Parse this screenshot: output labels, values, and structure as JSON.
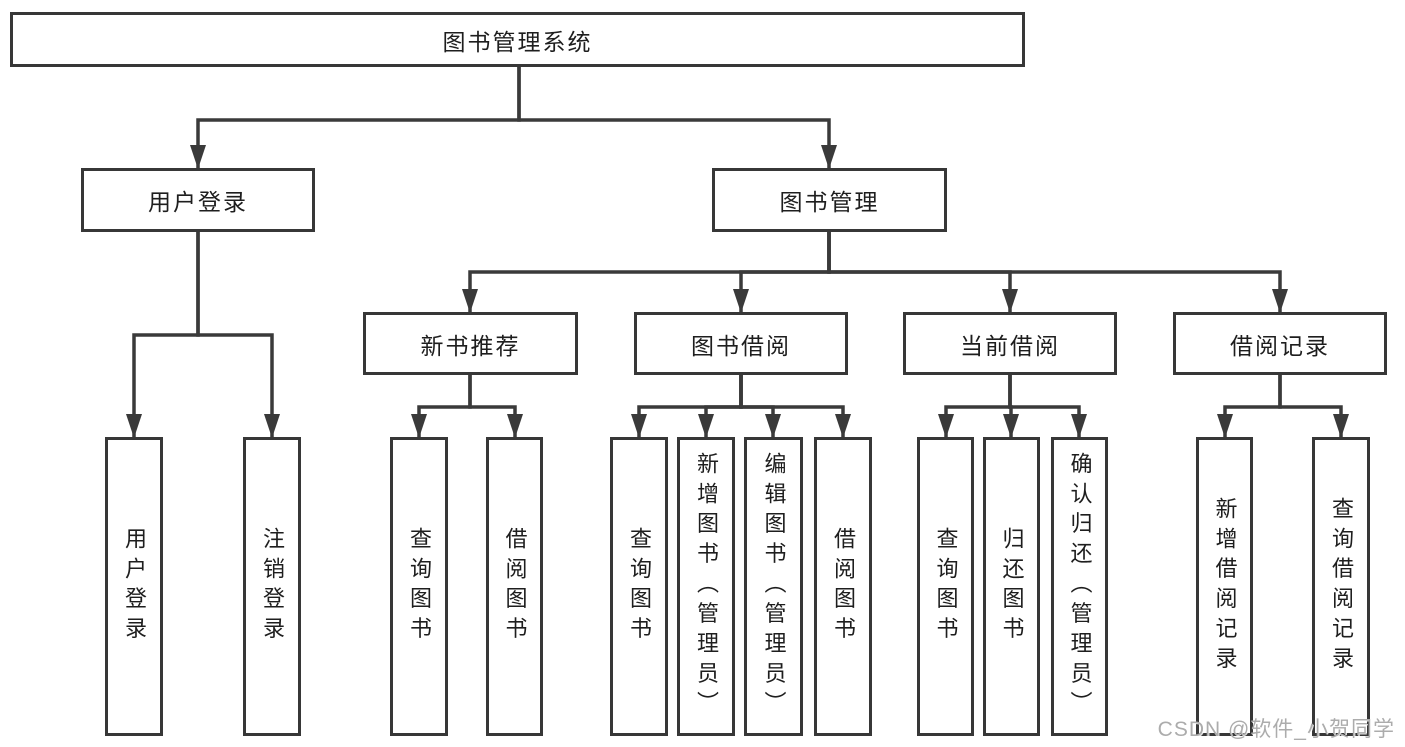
{
  "diagram": {
    "title_node": "图书管理系统",
    "colors": {
      "line": "#3a3a3a",
      "box_border": "#373737",
      "box_fill": "#ffffff",
      "text": "#1e1e1e",
      "watermark": "#acacac"
    }
  },
  "tree": {
    "root": {
      "label": "图书管理系统",
      "children": [
        {
          "label": "用户登录",
          "children": [
            {
              "label": "用户登录"
            },
            {
              "label": "注销登录"
            }
          ]
        },
        {
          "label": "图书管理",
          "children": [
            {
              "label": "新书推荐",
              "children": [
                {
                  "label": "查询图书"
                },
                {
                  "label": "借阅图书"
                }
              ]
            },
            {
              "label": "图书借阅",
              "children": [
                {
                  "label": "查询图书"
                },
                {
                  "label": "新增图书（管理员）"
                },
                {
                  "label": "编辑图书（管理员）"
                },
                {
                  "label": "借阅图书"
                }
              ]
            },
            {
              "label": "当前借阅",
              "children": [
                {
                  "label": "查询图书"
                },
                {
                  "label": "归还图书"
                },
                {
                  "label": "确认归还（管理员）"
                }
              ]
            },
            {
              "label": "借阅记录",
              "children": [
                {
                  "label": "新增借阅记录"
                },
                {
                  "label": "查询借阅记录"
                }
              ]
            }
          ]
        }
      ]
    }
  },
  "watermark": {
    "text": "CSDN @软件_小贺同学"
  }
}
